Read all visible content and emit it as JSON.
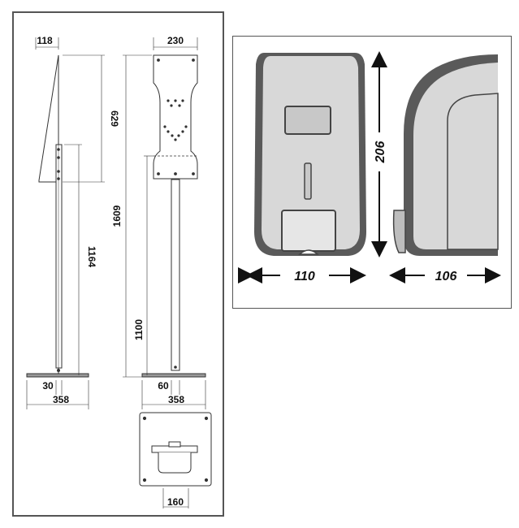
{
  "left": {
    "side_view": {
      "width": "118",
      "panel_height": "629",
      "pole_height": "1164",
      "pole_offset": "30",
      "base_width": "358"
    },
    "front_view": {
      "width": "230",
      "total_height": "1609",
      "lower_height": "1100",
      "pole_width": "60",
      "base_width": "358"
    },
    "base_view": {
      "hole_span": "160"
    }
  },
  "right": {
    "height": "206",
    "front_width": "110",
    "side_depth": "106"
  },
  "colors": {
    "line": "#333333",
    "dispenser_fill": "#d8d8d8",
    "dispenser_dark": "#5a5a5a",
    "frame": "#555555"
  }
}
